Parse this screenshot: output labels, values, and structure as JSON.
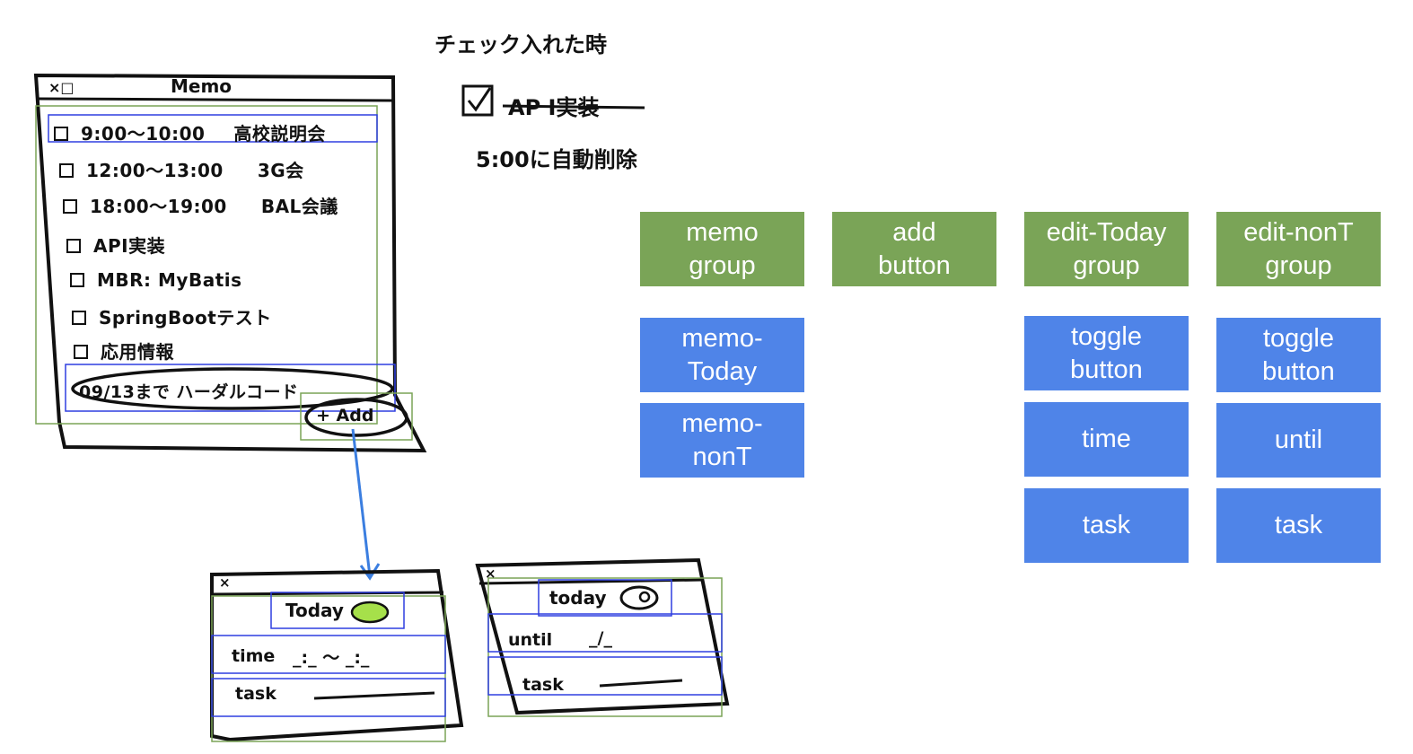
{
  "notes": {
    "heading": "チェック入れた時",
    "item1": "AP I実装",
    "item2": "5:00に自動削除"
  },
  "main_window": {
    "title": "Memo",
    "close": "×□",
    "rows": [
      {
        "time": "9:00〜10:00",
        "task": "高校説明会"
      },
      {
        "time": "12:00〜13:00",
        "task": "3G会"
      },
      {
        "time": "18:00〜19:00",
        "task": "BAL会議"
      },
      {
        "time": "",
        "task": "API実装"
      },
      {
        "time": "",
        "task": "MBR: MyBatis"
      },
      {
        "time": "",
        "task": "SpringBootテスト"
      },
      {
        "time": "",
        "task": "応用情報"
      }
    ],
    "non_today": "09/13まで ハーダルコード",
    "add_label": "+ Add"
  },
  "dialog_today": {
    "close": "×",
    "toggle_label": "Today",
    "time_label": "time",
    "time_placeholder": "_:_ 〜 _:_",
    "task_label": "task"
  },
  "dialog_nont": {
    "close": "×",
    "toggle_label": "today",
    "until_label": "until",
    "until_placeholder": "_/_",
    "task_label": "task"
  },
  "boxes": {
    "memo_group": "memo group",
    "add_button": "add button",
    "edit_today_group": "edit-Today group",
    "edit_nont_group": "edit-nonT group",
    "memo_today": "memo-Today",
    "memo_nont": "memo-nonT",
    "toggle_button_1": "toggle button",
    "time": "time",
    "task_1": "task",
    "toggle_button_2": "toggle button",
    "until": "until",
    "task_2": "task"
  },
  "colors": {
    "group_green": "#7aa457",
    "element_blue": "#4f84e8",
    "outline_green": "#7aa457",
    "outline_blue": "#2f3fe0",
    "toggle_green": "#a6e04a",
    "arrow_blue": "#3b7ee0"
  }
}
